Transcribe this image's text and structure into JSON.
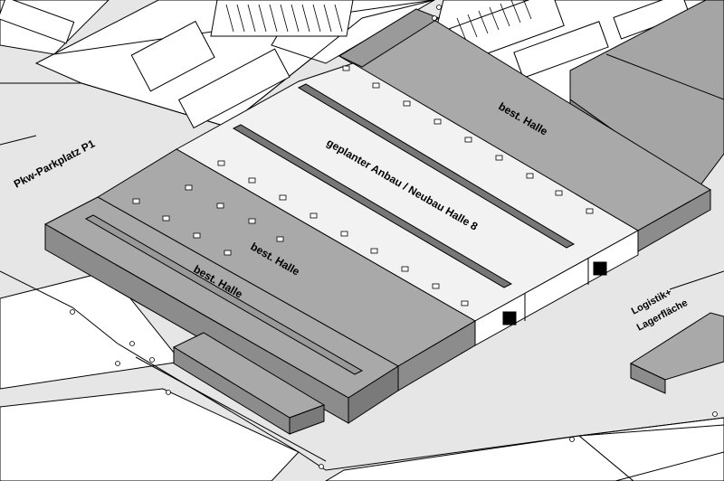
{
  "labels": {
    "parking": "Pkw-Parkplatz P1",
    "new_hall": "geplanter Anbau / Neubau Halle 8",
    "hall_north": "best. Halle",
    "hall_center": "best. Halle",
    "hall_south": "best. Halle",
    "logistics_line1": "Logistik+",
    "logistics_line2": "Lagerfläche"
  },
  "colors": {
    "ground": "#e8e8e8",
    "plot": "#ffffff",
    "roof_existing": "#a9a9a9",
    "wall_existing": "#8c8c8c",
    "roof_new": "#f2f2f2",
    "outline": "#000000"
  }
}
